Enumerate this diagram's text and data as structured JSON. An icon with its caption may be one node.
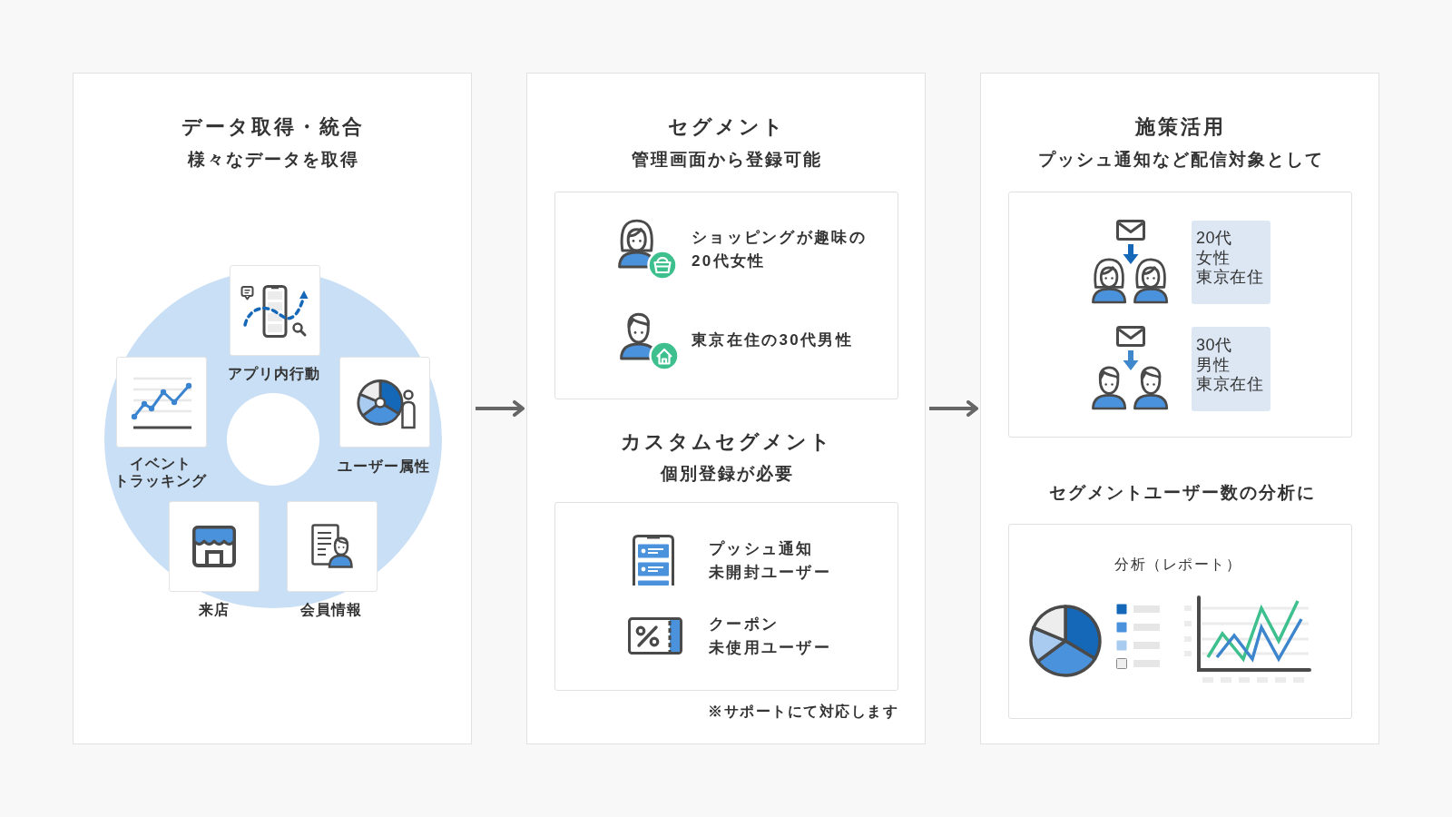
{
  "diagram": {
    "nodes": [
      {
        "text": [
          "データ取得・統合",
          "様々なデータを取得"
        ]
      },
      {
        "text": [
          "アプリ内行動"
        ],
        "in": 0
      },
      {
        "text": [
          "イベントトラッキング"
        ],
        "in": 0
      },
      {
        "text": [
          "ユーザー属性"
        ],
        "in": 0
      },
      {
        "text": [
          "来店"
        ],
        "in": 0
      },
      {
        "text": [
          "会員情報"
        ],
        "in": 0
      },
      {
        "text": [
          "セグメント",
          "管理画面から登録可能",
          "カスタムセグメント",
          "個別登録が必要",
          "※サポートにて対応します"
        ]
      },
      {
        "text": [
          "ショッピングが趣味の20代女性",
          "東京在住の30代男性"
        ],
        "in": 6
      },
      {
        "text": [
          "プッシュ通知未開封ユーザー",
          "クーポン未使用ユーザー"
        ],
        "in": 6
      },
      {
        "text": [
          "施策活用",
          "プッシュ通知など配信対象として",
          "セグメントユーザー数の分析に"
        ]
      },
      {
        "text": [],
        "shape": "box",
        "in": 9
      },
      {
        "text": [
          "20代女性東京在住"
        ],
        "in": 10
      },
      {
        "text": [
          "30代男性東京在住"
        ],
        "in": 10
      },
      {
        "text": [
          "分析（レポート）"
        ],
        "in": 9
      }
    ],
    "edges": [
      {
        "from": 0,
        "to": 6,
        "arrow": "to"
      },
      {
        "from": 6,
        "to": 9,
        "arrow": "to"
      }
    ]
  }
}
